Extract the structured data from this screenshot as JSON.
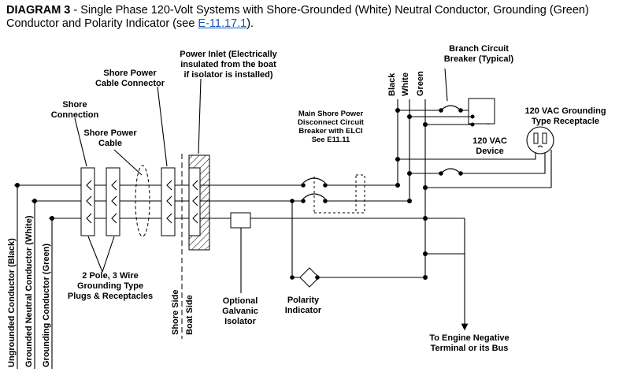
{
  "header": {
    "diagram_label": "DIAGRAM 3",
    "description": " - Single Phase 120-Volt Systems with Shore-Grounded (White) Neutral Conductor, Grounding (Green) Conductor and Polarity Indicator (see ",
    "reference_link": "E-11.17.1",
    "closing": ")."
  },
  "labels": {
    "shore_connection": [
      "Shore",
      "Connection"
    ],
    "shore_power_cable": [
      "Shore Power",
      "Cable"
    ],
    "shore_power_cable_connector": [
      "Shore Power",
      "Cable Connector"
    ],
    "power_inlet": [
      "Power Inlet (Electrically",
      "insulated from the boat",
      "if isolator is installed)"
    ],
    "main_disconnect": [
      "Main Shore Power",
      "Disconnect Circuit",
      "Breaker with ELCI",
      "See E11.11"
    ],
    "branch_breaker": [
      "Branch Circuit",
      "Breaker (Typical)"
    ],
    "receptacle": [
      "120 VAC Grounding",
      "Type Receptacle"
    ],
    "device": [
      "120 VAC",
      "Device"
    ],
    "plugs": [
      "2 Pole, 3 Wire",
      "Grounding Type",
      "Plugs & Receptacles"
    ],
    "galvanic_isolator": [
      "Optional",
      "Galvanic",
      "Isolator"
    ],
    "polarity_indicator": [
      "Polarity",
      "Indicator"
    ],
    "engine_negative": [
      "To Engine Negative",
      "Terminal or its Bus"
    ],
    "shore_side": "Shore Side",
    "boat_side": "Boat Side",
    "ungrounded_conductor": "Ungrounded Conductor (Black)",
    "neutral_conductor": "Grounded Neutral Conductor (White)",
    "grounding_conductor": "Grounding Conductor (Green)",
    "bus_black": "Black",
    "bus_white": "White",
    "bus_green": "Green"
  },
  "colors": {
    "link": "#1a56b0",
    "line": "#000000",
    "background": "#ffffff"
  }
}
